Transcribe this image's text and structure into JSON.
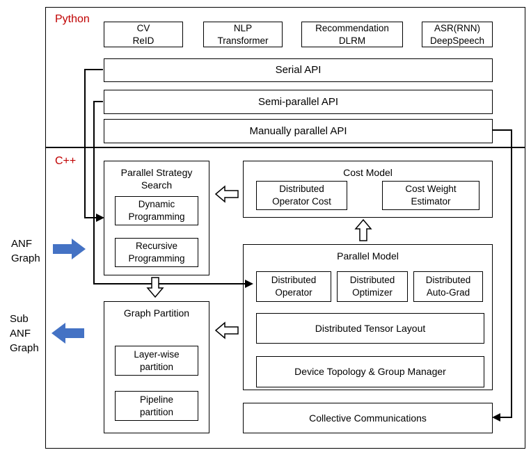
{
  "colors": {
    "section_label_red": "#c00000",
    "blue_arrow": "#4472c4",
    "border_black": "#000000"
  },
  "python": {
    "label": "Python",
    "apps": [
      {
        "label": "CV\nReID"
      },
      {
        "label": "NLP\nTransformer"
      },
      {
        "label": "Recommendation\nDLRM"
      },
      {
        "label": "ASR(RNN)\nDeepSpeech"
      }
    ],
    "apis": [
      {
        "label": "Serial API"
      },
      {
        "label": "Semi-parallel API"
      },
      {
        "label": "Manually parallel API"
      }
    ]
  },
  "cpp": {
    "label": "C++",
    "strategy_search": {
      "title": "Parallel Strategy Search",
      "items": [
        {
          "label": "Dynamic\nProgramming"
        },
        {
          "label": "Recursive\nProgramming"
        }
      ]
    },
    "cost_model": {
      "title": "Cost Model",
      "items": [
        {
          "label": "Distributed\nOperator Cost"
        },
        {
          "label": "Cost Weight\nEstimator"
        }
      ]
    },
    "parallel_model": {
      "title": "Parallel Model",
      "top_items": [
        {
          "label": "Distributed\nOperator"
        },
        {
          "label": "Distributed\nOptimizer"
        },
        {
          "label": "Distributed\nAuto-Grad"
        }
      ],
      "wide_items": [
        {
          "label": "Distributed Tensor Layout"
        },
        {
          "label": "Device Topology & Group Manager"
        }
      ]
    },
    "graph_partition": {
      "title": "Graph Partition",
      "items": [
        {
          "label": "Layer-wise\npartition"
        },
        {
          "label": "Pipeline\npartition"
        }
      ]
    },
    "collective": {
      "label": "Collective Communications"
    }
  },
  "side": {
    "input": {
      "label": "ANF\nGraph"
    },
    "output": {
      "label": "Sub\nANF\nGraph"
    }
  }
}
